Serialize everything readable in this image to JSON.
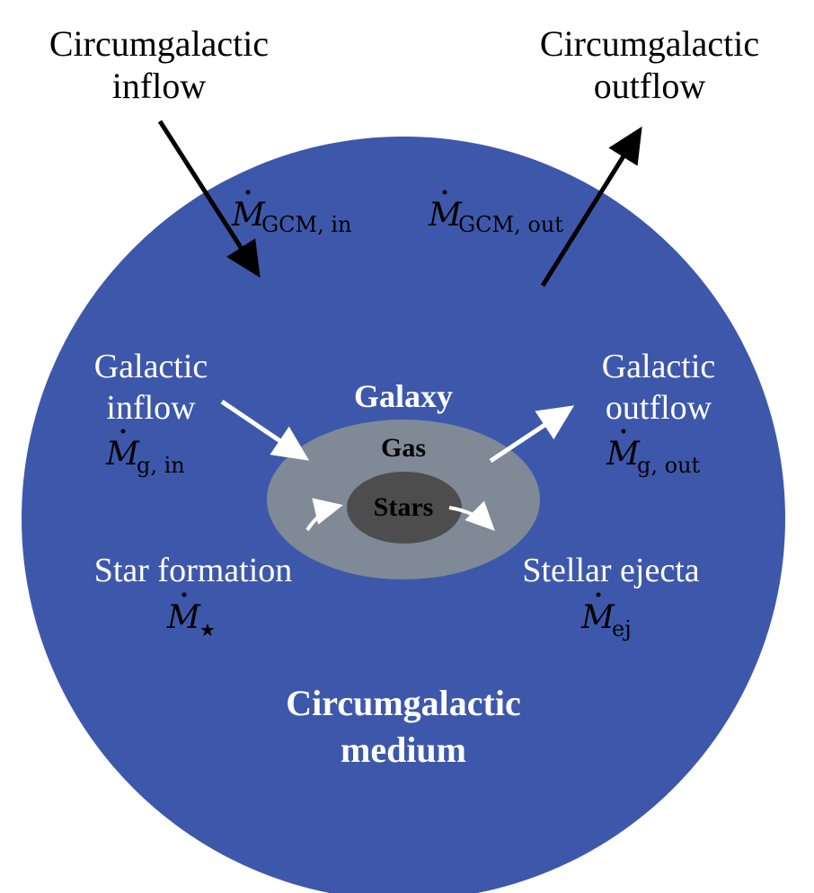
{
  "colors": {
    "medium": "#3d58ab",
    "gas": "#7f8a96",
    "stars": "#4d4d4d",
    "arrow_dark": "#000000",
    "arrow_light": "#ffffff",
    "text_dark": "#000000",
    "text_light": "#ffffff"
  },
  "cgm_inflow": {
    "label_line1": "Circumgalactic",
    "label_line2": "inflow",
    "rate_symbol": "M",
    "rate_sub": "GCM, in"
  },
  "cgm_outflow": {
    "label_line1": "Circumgalactic",
    "label_line2": "outflow",
    "rate_symbol": "M",
    "rate_sub": "GCM, out"
  },
  "galactic_inflow": {
    "label_line1": "Galactic",
    "label_line2": "inflow",
    "rate_symbol": "M",
    "rate_sub": "g, in"
  },
  "galactic_outflow": {
    "label_line1": "Galactic",
    "label_line2": "outflow",
    "rate_symbol": "M",
    "rate_sub": "g, out"
  },
  "star_formation": {
    "label": "Star formation",
    "rate_symbol": "M",
    "rate_sub": "★"
  },
  "stellar_ejecta": {
    "label": "Stellar ejecta",
    "rate_symbol": "M",
    "rate_sub": "ej"
  },
  "galaxy": {
    "title": "Galaxy",
    "gas_label": "Gas",
    "stars_label": "Stars"
  },
  "medium": {
    "label_line1": "Circumgalactic",
    "label_line2": "medium"
  }
}
